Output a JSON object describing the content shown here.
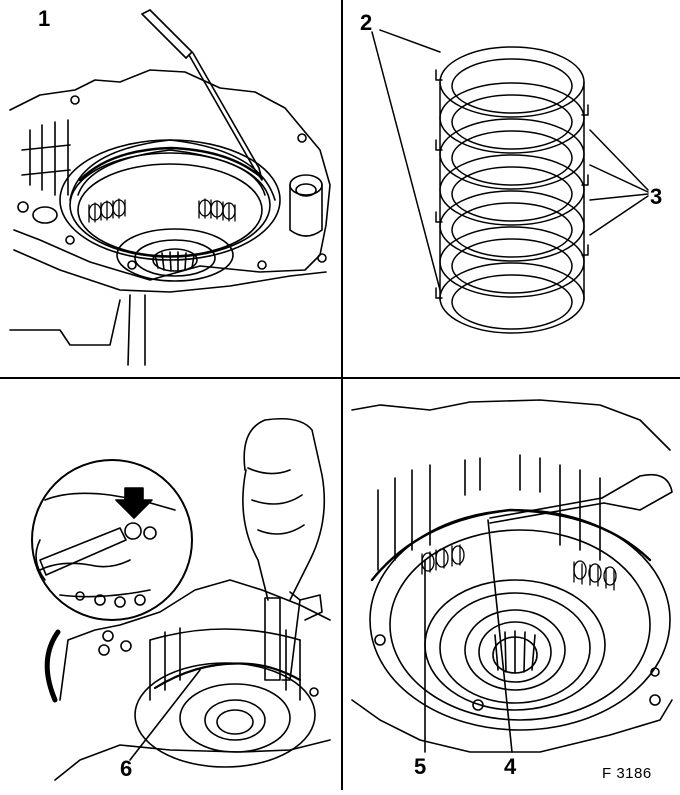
{
  "figure": {
    "code": "F 3186",
    "panels": [
      {
        "id": "top-left",
        "callouts": [
          "1"
        ]
      },
      {
        "id": "top-right",
        "callouts": [
          "2",
          "3"
        ]
      },
      {
        "id": "bottom-left",
        "callouts": [
          "6"
        ]
      },
      {
        "id": "bottom-right",
        "callouts": [
          "5",
          "4"
        ]
      }
    ]
  },
  "colors": {
    "ink": "#000000",
    "paper": "#ffffff"
  }
}
